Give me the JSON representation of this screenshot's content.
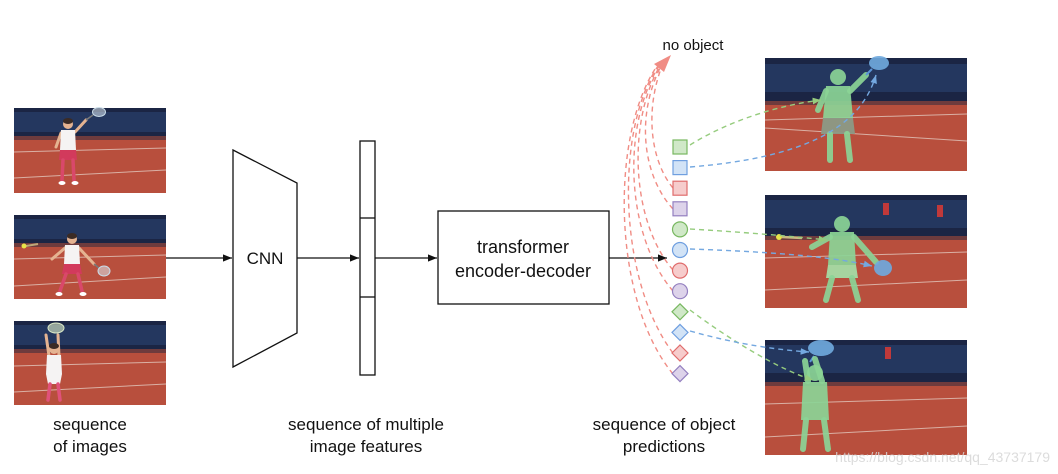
{
  "labels": {
    "images": [
      "sequence",
      "of images"
    ],
    "cnn": "CNN",
    "features": [
      "sequence of multiple",
      "image features"
    ],
    "transformer": [
      "transformer",
      "encoder-decoder"
    ],
    "predictions": [
      "sequence of object",
      "predictions"
    ],
    "no_object": "no object"
  },
  "colors": {
    "green": {
      "fill": "#d0e8c8",
      "stroke": "#78b860"
    },
    "blue": {
      "fill": "#d2e3f6",
      "stroke": "#6f9fe0"
    },
    "red": {
      "fill": "#f6cccc",
      "stroke": "#e06c6c"
    },
    "purple": {
      "fill": "#ddd3ea",
      "stroke": "#9480c0"
    },
    "match_green": "#96cc7e",
    "match_blue": "#74a8e0",
    "no_object_arrow": "#f08c84",
    "segment_person": "#8bd496",
    "segment_racket": "#6fa8dc"
  },
  "predictions": [
    {
      "shape": "square",
      "color": "green"
    },
    {
      "shape": "square",
      "color": "blue"
    },
    {
      "shape": "square",
      "color": "red"
    },
    {
      "shape": "square",
      "color": "purple"
    },
    {
      "shape": "circle",
      "color": "green"
    },
    {
      "shape": "circle",
      "color": "blue"
    },
    {
      "shape": "circle",
      "color": "red"
    },
    {
      "shape": "circle",
      "color": "purple"
    },
    {
      "shape": "diamond",
      "color": "green"
    },
    {
      "shape": "diamond",
      "color": "blue"
    },
    {
      "shape": "diamond",
      "color": "red"
    },
    {
      "shape": "diamond",
      "color": "purple"
    }
  ],
  "watermark": "https://blog.csdn.net/qq_43737179"
}
